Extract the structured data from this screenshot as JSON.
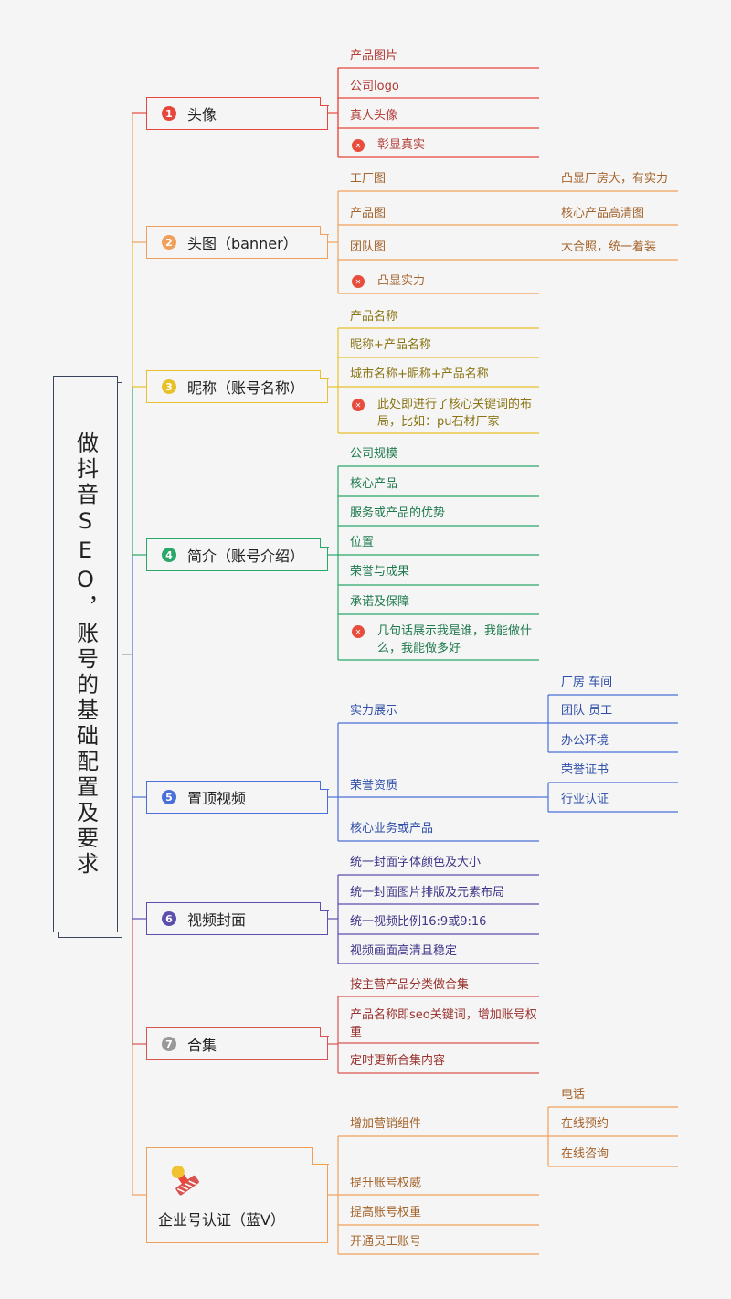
{
  "title": "做抖音SEO，账号的基础配置及要求",
  "colors": {
    "b1": "#e8453c",
    "b2": "#f0a05a",
    "b3": "#e8c12a",
    "b4": "#2aa86a",
    "b5": "#4a6fd8",
    "b6": "#5b4fb0",
    "b7": "#d9534f",
    "b8": "#f0a05a",
    "text": "#222222",
    "root_border": "#3a4660"
  },
  "branches": [
    {
      "num": "1",
      "label": "头像",
      "children": [
        "产品图片",
        "公司logo",
        "真人头像"
      ],
      "tip": "彰显真实"
    },
    {
      "num": "2",
      "label": "头图（banner）",
      "children": [
        "工厂图",
        "产品图",
        "团队图"
      ],
      "children_notes": [
        "凸显厂房大，有实力",
        "核心产品高清图",
        "大合照，统一着装"
      ],
      "tip": "凸显实力"
    },
    {
      "num": "3",
      "label": "昵称（账号名称）",
      "children": [
        "产品名称",
        "昵称+产品名称",
        "城市名称+昵称+产品名称"
      ],
      "tip": "此处即进行了核心关键词的布局，比如：pu石材厂家"
    },
    {
      "num": "4",
      "label": "简介（账号介绍）",
      "children": [
        "公司规模",
        "核心产品",
        "服务或产品的优势",
        "位置",
        "荣誉与成果",
        "承诺及保障"
      ],
      "tip": "几句话展示我是谁，我能做什么，我能做多好"
    },
    {
      "num": "5",
      "label": "置顶视频",
      "children": [
        "实力展示",
        "荣誉资质",
        "核心业务或产品"
      ],
      "sub": [
        [
          "厂房 车间",
          "团队 员工",
          "办公环境"
        ],
        [
          "荣誉证书",
          "行业认证"
        ],
        []
      ]
    },
    {
      "num": "6",
      "label": "视频封面",
      "children": [
        "统一封面字体颜色及大小",
        "统一封面图片排版及元素布局",
        "统一视频比例16:9或9:16",
        "视频画面高清且稳定"
      ]
    },
    {
      "num": "7",
      "label": "合集",
      "children": [
        "按主营产品分类做合集",
        "产品名称即seo关键词，增加账号权重",
        "定时更新合集内容"
      ]
    },
    {
      "label": "企业号认证（蓝V）",
      "children": [
        "增加营销组件",
        "提升账号权威",
        "提高账号权重",
        "开通员工账号"
      ],
      "sub": [
        [
          "电话",
          "在线预约",
          "在线咨询"
        ],
        [],
        [],
        []
      ]
    }
  ]
}
